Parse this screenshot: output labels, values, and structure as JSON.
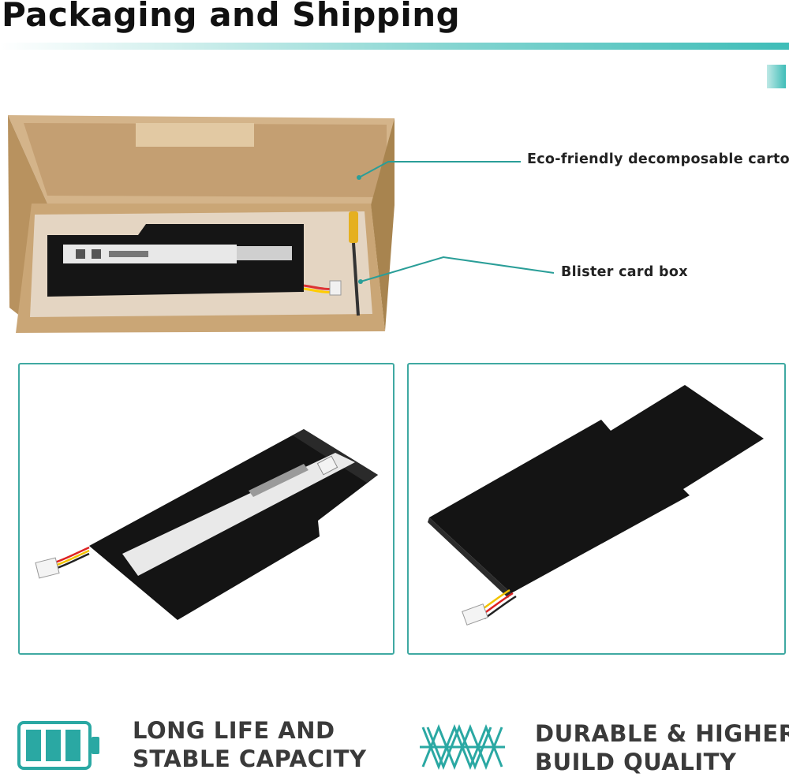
{
  "header": {
    "title": "Packaging and Shipping"
  },
  "callouts": {
    "carton": "Eco-friendly decomposable carton",
    "blister": "Blister card box"
  },
  "colors": {
    "accent": "#3fbdb8",
    "panel_border": "#3fa9a2",
    "cardboard": "#c9a57a",
    "battery": "#141414"
  },
  "features": [
    {
      "icon": "battery-full-icon",
      "line1": "LONG LIFE AND",
      "line2": "STABLE CAPACITY"
    },
    {
      "icon": "spring-coil-icon",
      "line1": "DURABLE & HIGHER",
      "line2": "BUILD QUALITY"
    }
  ]
}
